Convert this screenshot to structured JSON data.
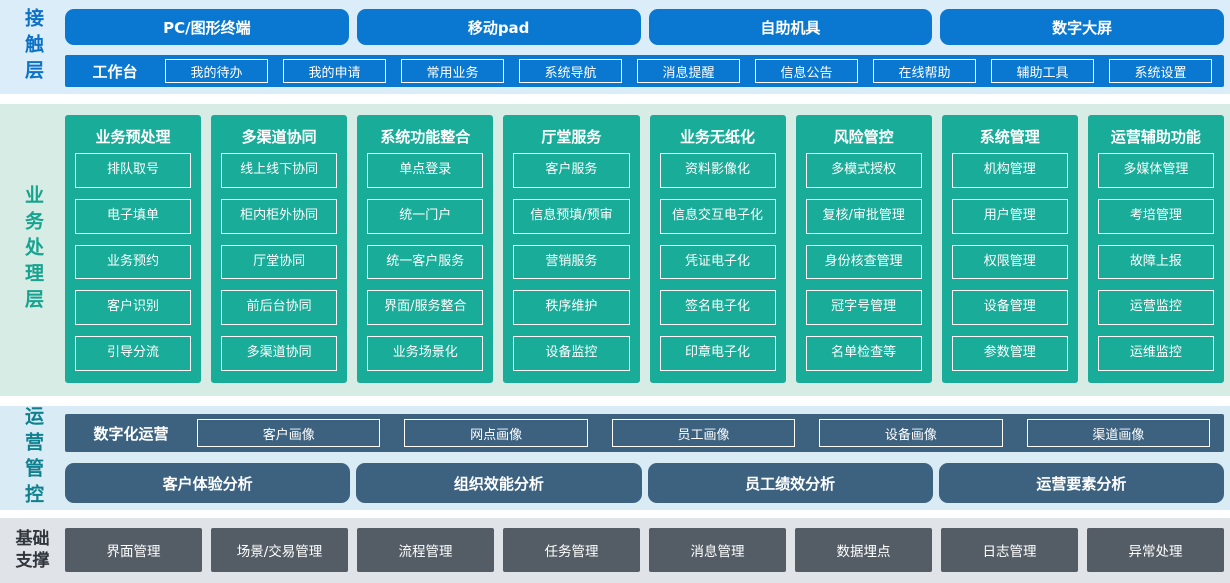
{
  "colors": {
    "blue": "#0a78d1",
    "teal": "#19ac98",
    "slate": "#3c6280",
    "gray": "#545d66",
    "contact_band_bg": "#dcedfa",
    "business_band_bg": "#d6ece5",
    "ops_band_bg": "#d9ecf6",
    "base_band_bg": "#e0e3e7",
    "contact_label": "#0b72c8",
    "business_label": "#16a38f",
    "ops_label": "#0f808d",
    "base_label": "#30363c"
  },
  "layers": {
    "contact": {
      "label": "接触层",
      "devices": [
        "PC/图形终端",
        "移动pad",
        "自助机具",
        "数字大屏"
      ],
      "workbench": {
        "label": "工作台",
        "items": [
          "我的待办",
          "我的申请",
          "常用业务",
          "系统导航",
          "消息提醒",
          "信息公告",
          "在线帮助",
          "辅助工具",
          "系统设置"
        ]
      }
    },
    "business": {
      "label": "业务处理层",
      "columns": [
        {
          "title": "业务预处理",
          "items": [
            "排队取号",
            "电子填单",
            "业务预约",
            "客户识别",
            "引导分流"
          ]
        },
        {
          "title": "多渠道协同",
          "items": [
            "线上线下协同",
            "柜内柜外协同",
            "厅堂协同",
            "前后台协同",
            "多渠道协同"
          ]
        },
        {
          "title": "系统功能整合",
          "items": [
            "单点登录",
            "统一门户",
            "统一客户服务",
            "界面/服务整合",
            "业务场景化"
          ]
        },
        {
          "title": "厅堂服务",
          "items": [
            "客户服务",
            "信息预填/预审",
            "营销服务",
            "秩序维护",
            "设备监控"
          ]
        },
        {
          "title": "业务无纸化",
          "items": [
            "资料影像化",
            "信息交互电子化",
            "凭证电子化",
            "签名电子化",
            "印章电子化"
          ]
        },
        {
          "title": "风险管控",
          "items": [
            "多模式授权",
            "复核/审批管理",
            "身份核查管理",
            "冠字号管理",
            "名单检查等"
          ]
        },
        {
          "title": "系统管理",
          "items": [
            "机构管理",
            "用户管理",
            "权限管理",
            "设备管理",
            "参数管理"
          ]
        },
        {
          "title": "运营辅助功能",
          "items": [
            "多媒体管理",
            "考培管理",
            "故障上报",
            "运营监控",
            "运维监控"
          ]
        }
      ]
    },
    "ops": {
      "label": "运营管控",
      "digital": {
        "label": "数字化运营",
        "items": [
          "客户画像",
          "网点画像",
          "员工画像",
          "设备画像",
          "渠道画像"
        ]
      },
      "analysis": [
        "客户体验分析",
        "组织效能分析",
        "员工绩效分析",
        "运营要素分析"
      ]
    },
    "base": {
      "label": "基础支撑",
      "items": [
        "界面管理",
        "场景/交易管理",
        "流程管理",
        "任务管理",
        "消息管理",
        "数据埋点",
        "日志管理",
        "异常处理"
      ]
    }
  }
}
